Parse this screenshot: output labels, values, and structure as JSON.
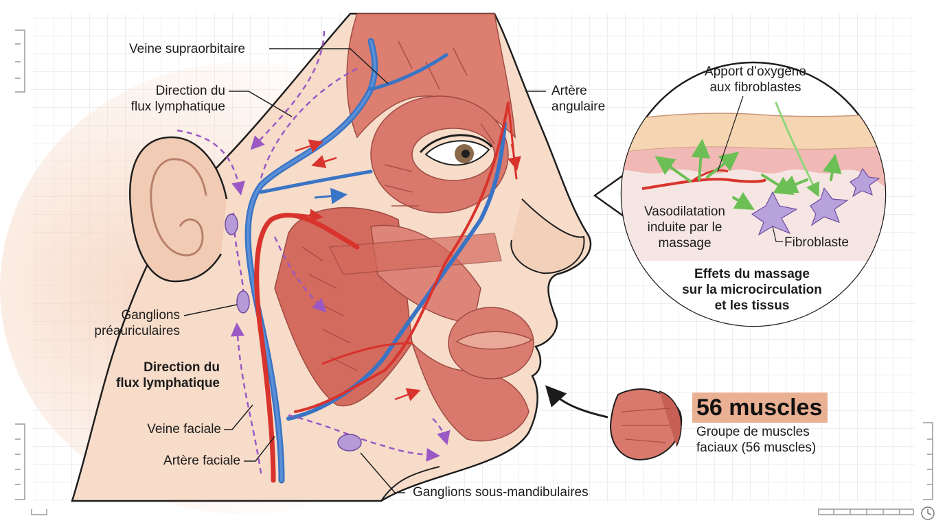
{
  "labels": {
    "veine_supraorbitaire": "Veine supraorbitaire",
    "direction_flux_top": [
      "Direction du",
      "flux lymphatique"
    ],
    "artere_angulaire": [
      "Artère",
      "angulaire"
    ],
    "ganglions_preauriculaires": [
      "Ganglions",
      "préauriculaires"
    ],
    "direction_flux_bold": [
      "Direction du",
      "flux lymphatique"
    ],
    "veine_faciale": "Veine faciale",
    "artere_faciale": "Artère faciale",
    "ganglions_sous_mandibulaires": "Ganglions sous-mandibulaires"
  },
  "inset": {
    "apport_oxygene": [
      "Apport d’oxygène",
      "aux fibroblastes"
    ],
    "vasodilatation": [
      "Vasodilatation",
      "induite par le",
      "massage"
    ],
    "fibroblaste": "Fibroblaste",
    "effets": [
      "Effets du massage",
      "sur la microcirculation",
      "et les tissus"
    ]
  },
  "muscles": {
    "count_label": "56 muscles",
    "caption": [
      "Groupe de muscles",
      "faciaux (56 muscles)"
    ]
  },
  "colors": {
    "skin": "#f7dcc9",
    "muscle": "#d9786c",
    "vein": "#3a74c4",
    "artery": "#d8332c",
    "lymph": "#9a58c4",
    "oxygen_arrow": "#7cc766",
    "grid": "#dcdcdc",
    "badge": "#e9b093"
  }
}
